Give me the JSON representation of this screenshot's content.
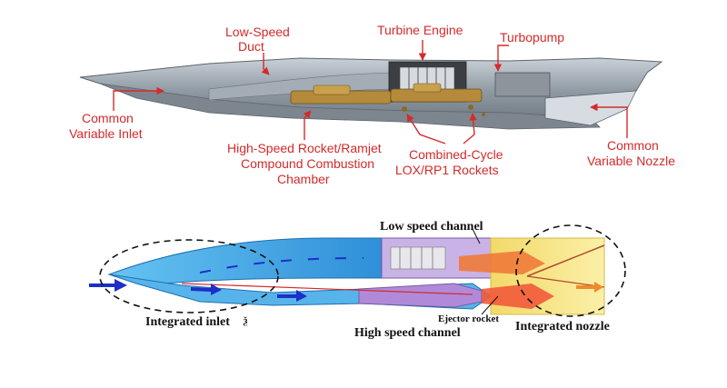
{
  "top_diagram": {
    "labels": {
      "low_speed_duct": [
        "Low-Speed",
        "Duct"
      ],
      "turbine_engine": "Turbine Engine",
      "turbopump": "Turbopump",
      "common_variable_inlet": [
        "Common",
        "Variable Inlet"
      ],
      "high_speed_rocket": [
        "High-Speed Rocket/Ramjet",
        "Compound Combustion",
        "Chamber"
      ],
      "combined_cycle": [
        "Combined-Cycle",
        "LOX/RP1 Rockets"
      ],
      "common_variable_nozzle": [
        "Common",
        "Variable Nozzle"
      ]
    },
    "colors": {
      "label": "#d42a2a",
      "vehicle": "#9aa3ad"
    }
  },
  "bottom_diagram": {
    "labels": {
      "low_speed_channel": "Low speed channel",
      "high_speed_channel": "High speed channel",
      "integrated_inlet": "Integrated inlet",
      "integrated_nozzle": "Integrated nozzle",
      "ejector_rocket": "Ejector rocket",
      "stray_glyph": "ѯ"
    },
    "colors": {
      "flow_arrow": "#1c2fc8",
      "channel": "#3fa7e6",
      "nozzle": "#f7e47a",
      "rocket": "#b08ad8"
    }
  }
}
